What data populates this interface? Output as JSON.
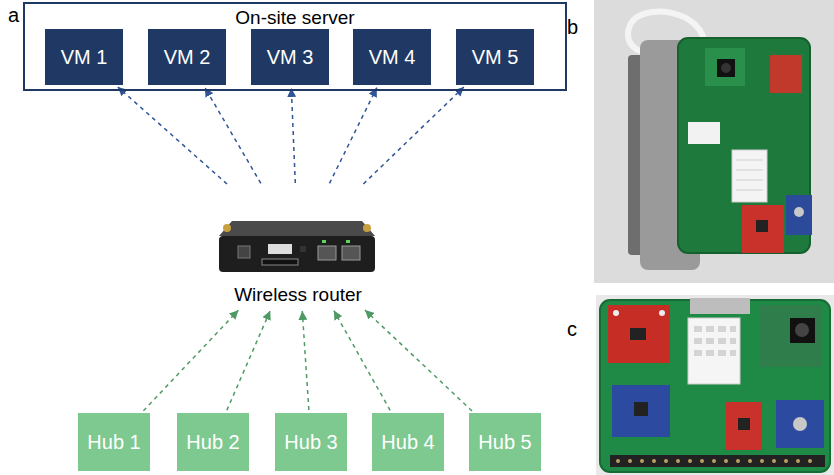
{
  "diagram": {
    "nodes": [
      {
        "text": [
          "On-site server"
        ]
      },
      {
        "text": [
          "VM 1"
        ],
        "in": 0
      },
      {
        "text": [
          "VM 2"
        ],
        "in": 0
      },
      {
        "text": [
          "VM 3"
        ],
        "in": 0
      },
      {
        "text": [
          "VM 4"
        ],
        "in": 0
      },
      {
        "text": [
          "VM 5"
        ],
        "in": 0
      },
      {
        "text": [
          "Wireless router"
        ]
      },
      {
        "text": [
          "Hub 1"
        ]
      },
      {
        "text": [
          "Hub 2"
        ]
      },
      {
        "text": [
          "Hub 3"
        ]
      },
      {
        "text": [
          "Hub 4"
        ]
      },
      {
        "text": [
          "Hub 5"
        ]
      }
    ],
    "edges": [
      {
        "from": 6,
        "to": 1,
        "arrow": "to"
      },
      {
        "from": 6,
        "to": 2,
        "arrow": "to"
      },
      {
        "from": 6,
        "to": 3,
        "arrow": "to"
      },
      {
        "from": 6,
        "to": 4,
        "arrow": "to"
      },
      {
        "from": 6,
        "to": 5,
        "arrow": "to"
      },
      {
        "from": 7,
        "to": 6,
        "arrow": "to"
      },
      {
        "from": 8,
        "to": 6,
        "arrow": "to"
      },
      {
        "from": 9,
        "to": 6,
        "arrow": "to"
      },
      {
        "from": 10,
        "to": 6,
        "arrow": "to"
      },
      {
        "from": 11,
        "to": 6,
        "arrow": "to"
      }
    ],
    "labels": [
      "a",
      "b",
      "c"
    ]
  }
}
